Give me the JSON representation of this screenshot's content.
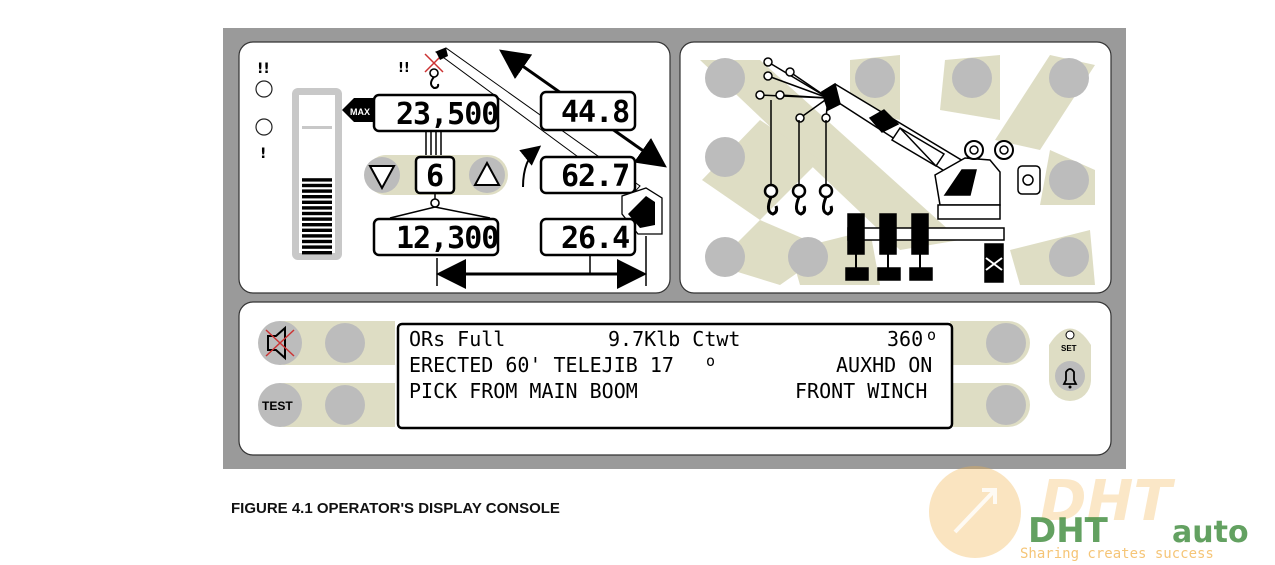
{
  "figure": {
    "caption": "FIGURE 4.1  OPERATOR'S DISPLAY CONSOLE"
  },
  "load_panel": {
    "max_badge": "MAX",
    "max_load": "23,500",
    "actual_load": "12,300",
    "parts_of_line": "6",
    "boom_length": "44.8",
    "boom_angle": "62.7",
    "radius": "26.4"
  },
  "lcd": {
    "line1_left": "ORs Full",
    "line1_mid": "9.7Klb Ctwt",
    "line1_right": "360",
    "line2_left": "ERECTED 60' TELEJIB 17",
    "line2_right": "AUXHD ON",
    "line3_left": "PICK FROM MAIN BOOM",
    "line3_right": "FRONT WINCH",
    "degree_mark": "o"
  },
  "buttons": {
    "test_label": "TEST",
    "set_label": "SET"
  },
  "watermark": {
    "brand": "DHT",
    "brand_suffix": "auto",
    "tagline": "Sharing creates success"
  },
  "colors": {
    "frame": "#9a9a9a",
    "panel": "#ffffff",
    "button_bg": "#deddc4",
    "button_dot": "#bcbcbc",
    "watermark_orange": "#f2b24a",
    "watermark_green": "#3d8a3a"
  }
}
